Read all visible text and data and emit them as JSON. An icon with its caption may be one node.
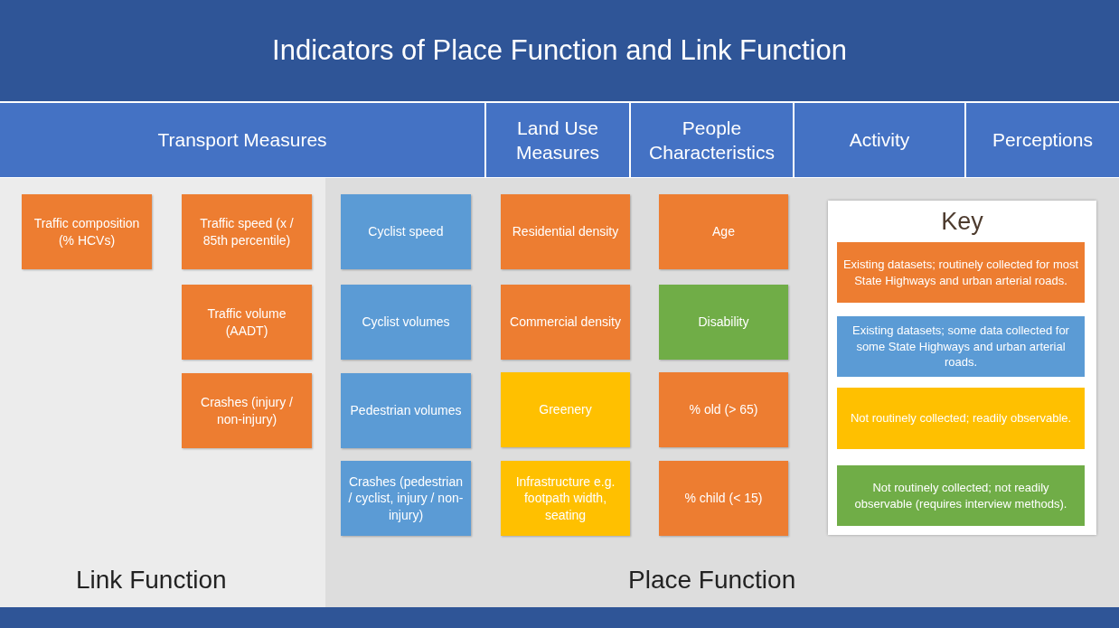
{
  "diagram": {
    "title": "Indicators of Place Function and Link Function",
    "nodes": [
      {
        "text": [
          "Transport Measures"
        ]
      },
      {
        "text": [
          "Land Use Measures"
        ]
      },
      {
        "text": [
          "People Characteristics"
        ]
      },
      {
        "text": [
          "Activity"
        ]
      },
      {
        "text": [
          "Perceptions"
        ]
      },
      {
        "text": [
          "Link Function"
        ]
      },
      {
        "text": [
          "Traffic composition (% HCVs)"
        ],
        "in": 5
      },
      {
        "text": [
          "Traffic speed (x / 85th percentile)"
        ],
        "in": 5
      },
      {
        "text": [
          "Traffic volume (AADT)"
        ],
        "in": 5
      },
      {
        "text": [
          "Crashes (injury / non-injury)"
        ],
        "in": 5
      },
      {
        "text": [
          "Place Function"
        ]
      },
      {
        "text": [
          "Cyclist speed"
        ],
        "in": 10
      },
      {
        "text": [
          "Cyclist volumes"
        ],
        "in": 10
      },
      {
        "text": [
          "Pedestrian volumes"
        ],
        "in": 10
      },
      {
        "text": [
          "Crashes (pedestrian / cyclist, injury / non-injury)"
        ],
        "in": 10
      },
      {
        "text": [
          "Residential density"
        ],
        "in": 10
      },
      {
        "text": [
          "Commercial density"
        ],
        "in": 10
      },
      {
        "text": [
          "Greenery"
        ],
        "in": 10
      },
      {
        "text": [
          "Infrastructure e.g. footpath width, seating"
        ],
        "in": 10
      },
      {
        "text": [
          "Age"
        ],
        "in": 10
      },
      {
        "text": [
          "Disability"
        ],
        "in": 10
      },
      {
        "text": [
          "% old (> 65)"
        ],
        "in": 10
      },
      {
        "text": [
          "% child (< 15)"
        ],
        "in": 10
      }
    ],
    "labels": [
      "Key"
    ],
    "legend": [
      {
        "text": "Existing datasets; routinely collected for most State Highways and urban arterial roads.",
        "color": "#ed7d31"
      },
      {
        "text": "Existing datasets; some data collected for some State Highways and urban arterial roads.",
        "color": "#5b9bd5"
      },
      {
        "text": "Not routinely collected; readily observable.",
        "color": "#ffc000"
      },
      {
        "text": "Not routinely collected; not readily observable (requires interview methods).",
        "color": "#70ad47"
      }
    ]
  }
}
